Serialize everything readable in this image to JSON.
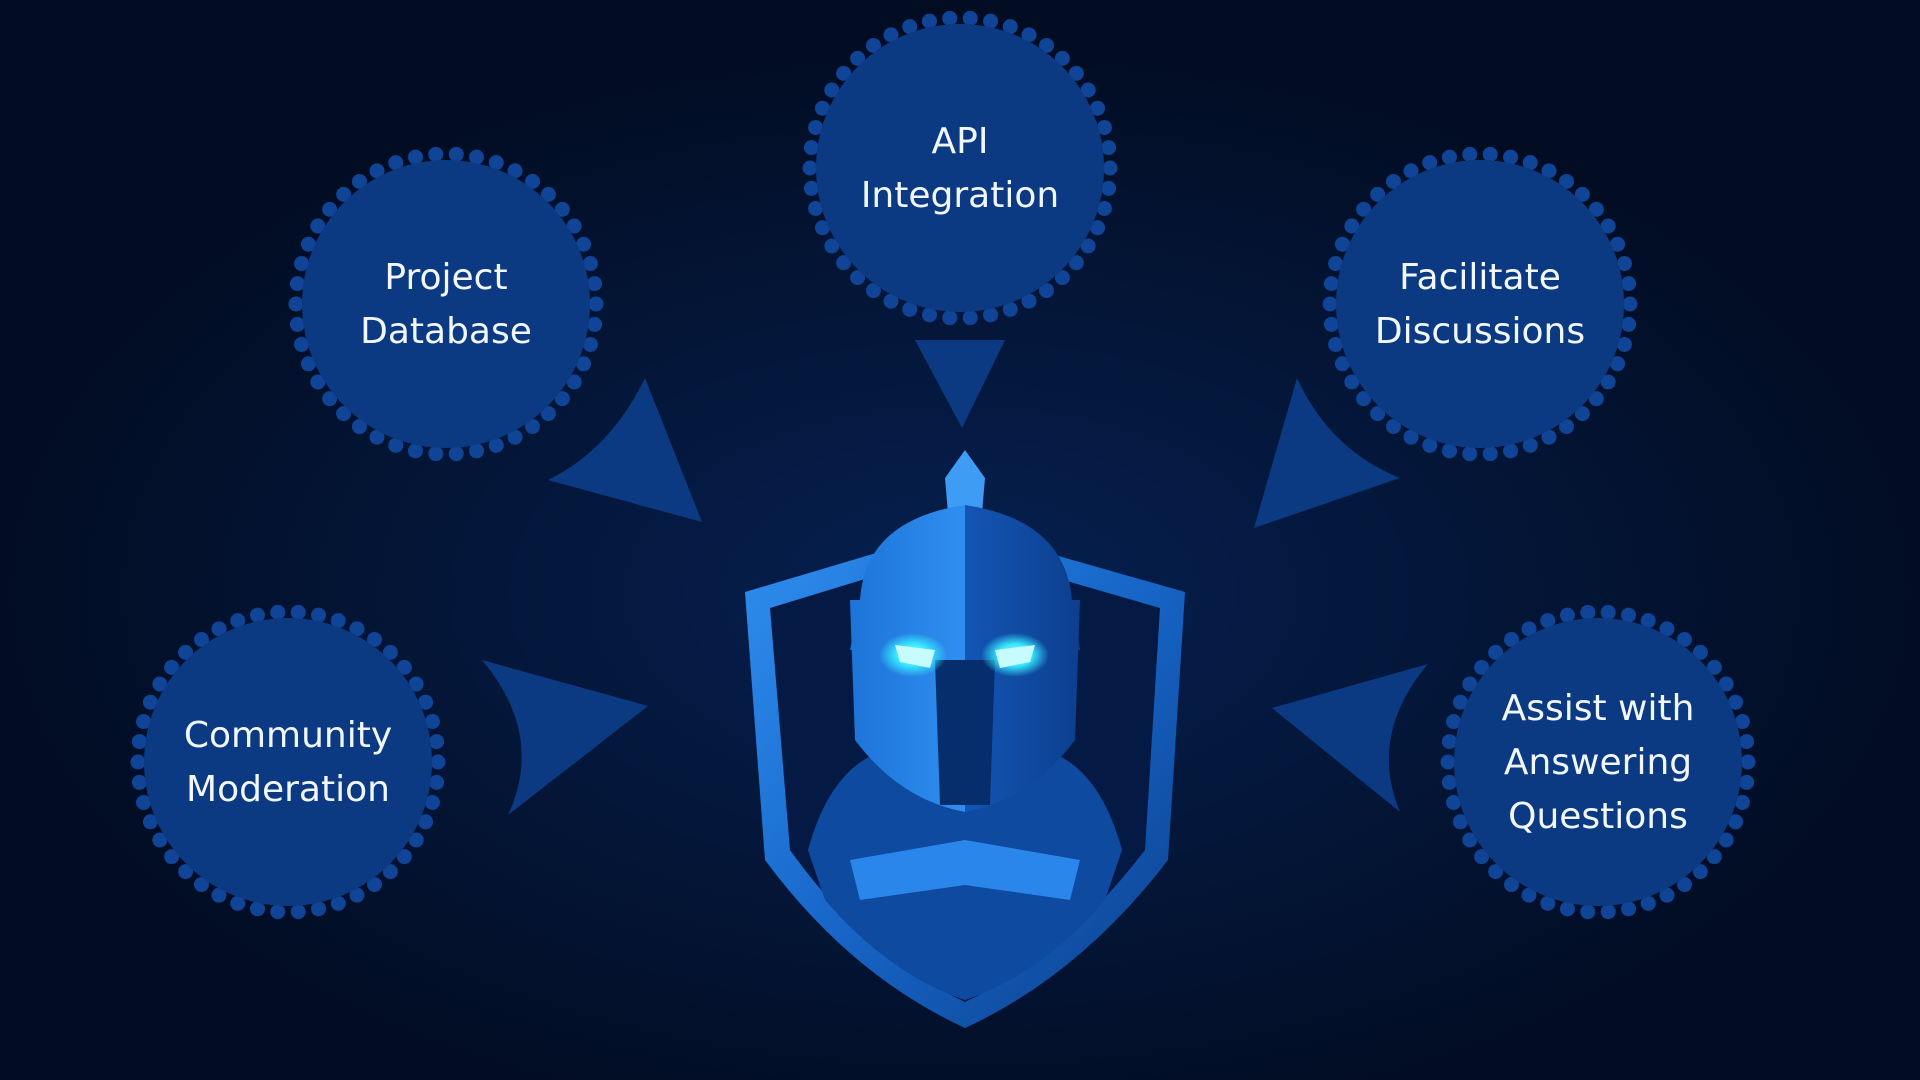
{
  "diagram": {
    "colors": {
      "background": "#020d24",
      "node_fill": "#0b3a82",
      "node_dots": "#0f4496",
      "arrow": "#0b3a82",
      "label": "#f2f6ff",
      "helmet_glow": "#35e6ff",
      "armor_light": "#1f7fe0",
      "armor_dark": "#06306e"
    },
    "center": {
      "icon": "knight-shield-icon"
    },
    "nodes": [
      {
        "id": "api",
        "lines": [
          "API",
          "Integration"
        ]
      },
      {
        "id": "project",
        "lines": [
          "Project",
          "Database"
        ]
      },
      {
        "id": "facilitate",
        "lines": [
          "Facilitate",
          "Discussions"
        ]
      },
      {
        "id": "community",
        "lines": [
          "Community",
          "Moderation"
        ]
      },
      {
        "id": "assist",
        "lines": [
          "Assist with",
          "Answering",
          "Questions"
        ]
      }
    ]
  }
}
